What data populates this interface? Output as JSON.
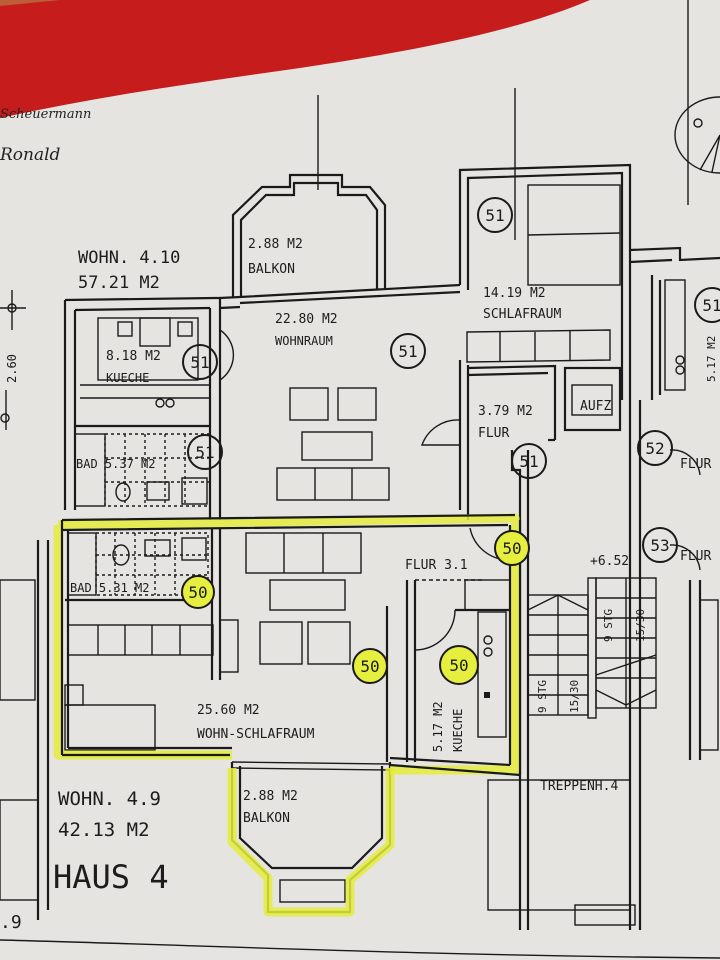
{
  "colors": {
    "paper": "#e8e6e3",
    "red_folder": "#c81e1e",
    "highlight": "#e3ec3c",
    "ink": "#1a1a1a"
  },
  "handwriting": {
    "line1": "Scheuermann",
    "line2": "Ronald"
  },
  "dimension": {
    "left_value": "2.60",
    "bottom_left_value": ".9"
  },
  "units": {
    "upper": {
      "name": "WOHN. 4.10",
      "area": "57.21 M2"
    },
    "lower": {
      "name": "WOHN. 4.9",
      "area": "42.13 M2",
      "house": "HAUS 4"
    }
  },
  "rooms": {
    "balkon_top": {
      "area": "2.88 M2",
      "name": "BALKON"
    },
    "wohnraum": {
      "area": "22.80 M2",
      "name": "WOHNRAUM"
    },
    "kueche_top": {
      "area": "8.18 M2",
      "name": "KUECHE"
    },
    "bad_top": {
      "label": "BAD 5.37 M2"
    },
    "schlafraum": {
      "area": "14.19 M2",
      "name": "SCHLAFRAUM"
    },
    "flur_top": {
      "area": "3.79 M2",
      "name": "FLUR"
    },
    "aufzug": {
      "name": "AUFZ"
    },
    "bad_lower": {
      "label": "BAD 5.31 M2"
    },
    "wohn_schlafraum": {
      "area": "25.60 M2",
      "name": "WOHN-SCHLAFRAUM"
    },
    "flur_lower": {
      "label": "FLUR 3.1"
    },
    "kueche_lower": {
      "area": "5.17 M2",
      "name": "KUECHE"
    },
    "balkon_lower": {
      "area": "2.88 M2",
      "name": "BALKON"
    },
    "treppenhaus": {
      "name": "TREPPENH.4"
    },
    "level": {
      "value": "+6.52"
    },
    "right_kueche": {
      "area": "5.17 M2"
    },
    "right_flur_1": {
      "name": "FLUR"
    },
    "right_flur_2": {
      "name": "FLUR"
    }
  },
  "stairs": {
    "left": {
      "steps": "9 STG",
      "ratio": "15/30"
    },
    "right": {
      "steps": "9 STG",
      "ratio": "15/30"
    }
  },
  "markers": {
    "m51": "51",
    "m50": "50",
    "m52": "52",
    "m53": "53"
  }
}
